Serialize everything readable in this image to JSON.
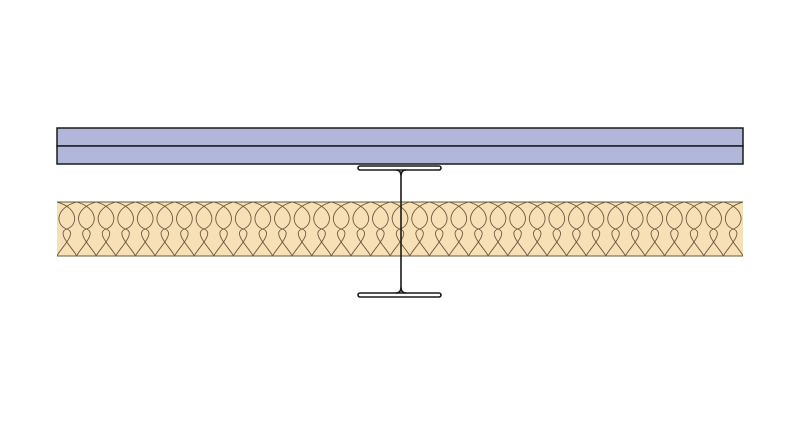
{
  "diagram": {
    "type": "wall/ceiling cross-section",
    "components": [
      {
        "name": "board-layer-1",
        "color": "#b2b6d8"
      },
      {
        "name": "board-layer-2",
        "color": "#b2b6d8"
      },
      {
        "name": "steel-i-stud",
        "color": "#ffffff"
      },
      {
        "name": "mineral-wool-insulation",
        "color": "#f7dfb6"
      }
    ],
    "stroke_color": "#1a1a1a",
    "insulation_line_color": "#6b5a3e"
  }
}
